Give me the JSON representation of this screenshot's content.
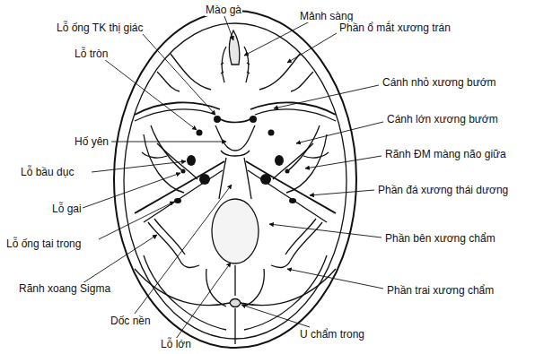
{
  "diagram": {
    "labels": [
      "Mào gà",
      "Mảnh sàng",
      "Lỗ ống TK thị giác",
      "Phần ổ mắt xương trán",
      "Lỗ tròn",
      "Cánh nhỏ xương bướm",
      "Cánh lớn xương bướm",
      "Hố yên",
      "Rãnh ĐM màng não giữa",
      "Lỗ bầu dục",
      "Phần đá xương thái dương",
      "Lỗ gai",
      "Phần bên xương chẩm",
      "Lỗ ống tai trong",
      "Phần trai xương chẩm",
      "Rãnh xoang Sigma",
      "Dốc nền",
      "U chẩm trong",
      "Lỗ lớn"
    ]
  }
}
